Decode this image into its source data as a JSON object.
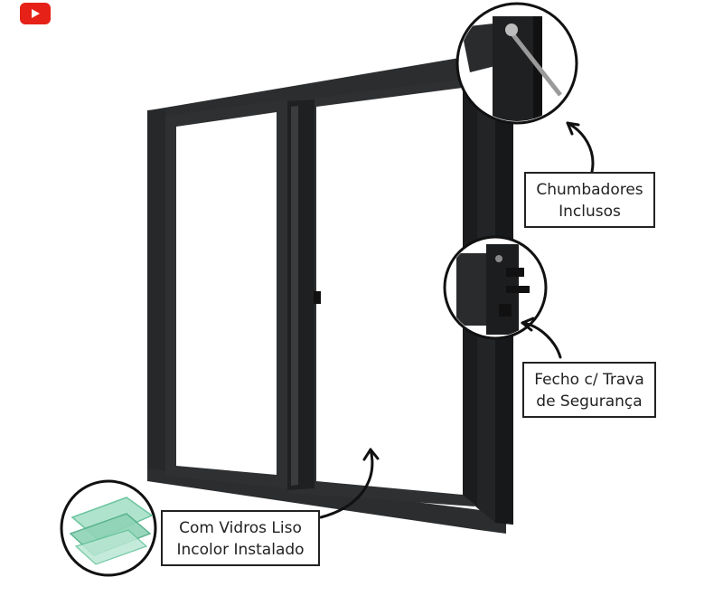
{
  "badges": {
    "play_icon": "youtube-play-icon"
  },
  "labels": {
    "anchors": {
      "line1": "Chumbadores",
      "line2": "Inclusos"
    },
    "lock": {
      "line1": "Fecho c/ Trava",
      "line2": "de Segurança"
    },
    "glass": {
      "line1": "Com Vidros Liso",
      "line2": "Incolor Instalado"
    }
  },
  "colors": {
    "frame": "#2b2d2f",
    "frame_dark": "#1c1d1f",
    "glass_green": "#8fd3b5",
    "youtube_red": "#e62117"
  }
}
